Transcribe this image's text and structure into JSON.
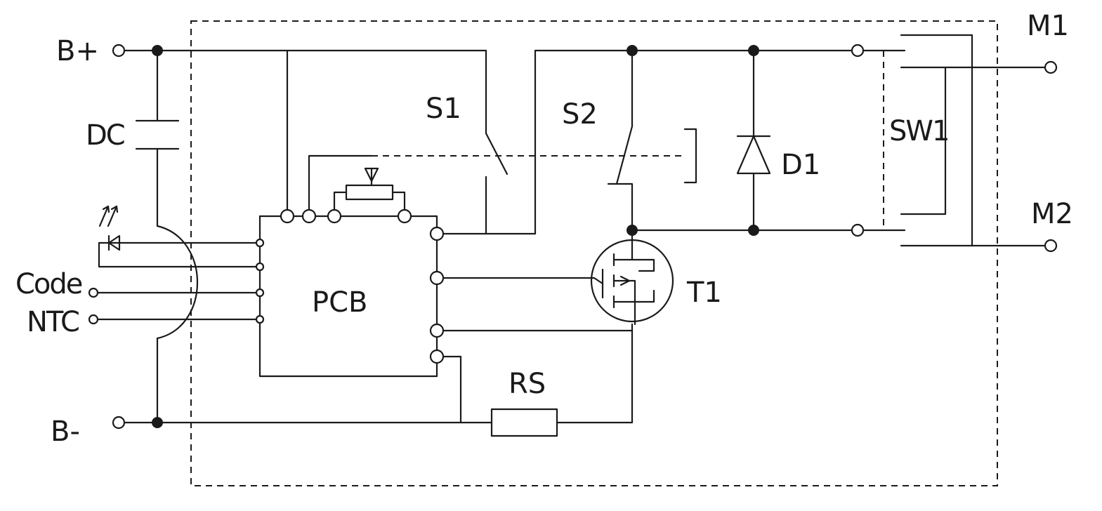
{
  "terminals": {
    "b_plus": "B+",
    "b_minus": "B-",
    "m1": "M1",
    "m2": "M2",
    "code": "Code",
    "ntc": "NTC"
  },
  "components": {
    "dc": "DC",
    "s1": "S1",
    "s2": "S2",
    "d1": "D1",
    "sw1": "SW1",
    "pcb": "PCB",
    "t1": "T1",
    "rs": "RS"
  }
}
